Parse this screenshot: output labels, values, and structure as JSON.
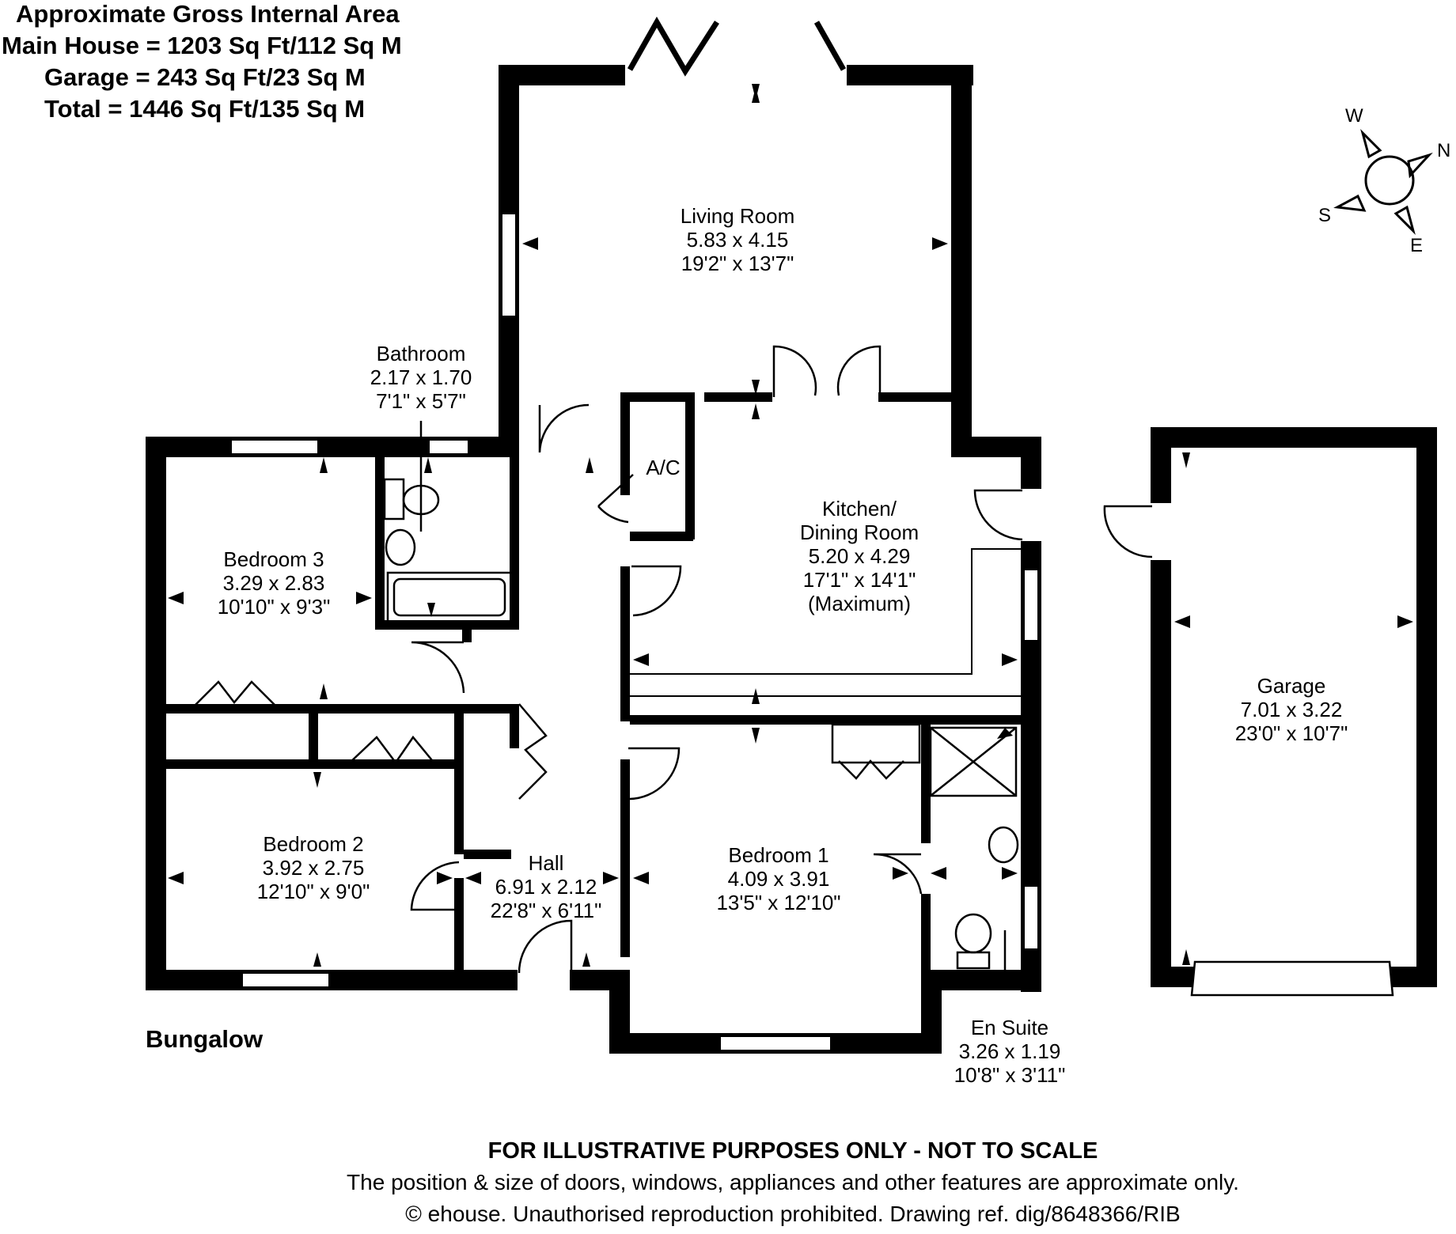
{
  "area_summary": {
    "title": "Approximate Gross Internal Area",
    "main_house": "Main House = 1203 Sq Ft/112 Sq M",
    "garage": "Garage = 243 Sq Ft/23 Sq M",
    "total": "Total = 1446 Sq Ft/135 Sq M"
  },
  "rooms": {
    "living_room": {
      "name": "Living Room",
      "metric": "5.83 x 4.15",
      "imperial": "19'2\" x 13'7\""
    },
    "bathroom": {
      "name": "Bathroom",
      "metric": "2.17 x 1.70",
      "imperial": "7'1\" x 5'7\""
    },
    "kitchen": {
      "name1": "Kitchen/",
      "name2": "Dining Room",
      "metric": "5.20 x 4.29",
      "imperial": "17'1\" x 14'1\"",
      "note": "(Maximum)"
    },
    "ac": {
      "name": "A/C"
    },
    "bedroom3": {
      "name": "Bedroom 3",
      "metric": "3.29 x 2.83",
      "imperial": "10'10\" x 9'3\""
    },
    "bedroom2": {
      "name": "Bedroom 2",
      "metric": "3.92 x 2.75",
      "imperial": "12'10\" x 9'0\""
    },
    "hall": {
      "name": "Hall",
      "metric": "6.91 x 2.12",
      "imperial": "22'8\" x 6'11\""
    },
    "bedroom1": {
      "name": "Bedroom 1",
      "metric": "4.09 x 3.91",
      "imperial": "13'5\" x 12'10\""
    },
    "ensuite": {
      "name": "En Suite",
      "metric": "3.26 x 1.19",
      "imperial": "10'8\" x 3'11\""
    },
    "garage": {
      "name": "Garage",
      "metric": "7.01 x 3.22",
      "imperial": "23'0\" x 10'7\""
    }
  },
  "building_label": "Bungalow",
  "compass": {
    "w": "W",
    "n": "N",
    "s": "S",
    "e": "E"
  },
  "footer": {
    "line1": "FOR ILLUSTRATIVE PURPOSES ONLY - NOT TO SCALE",
    "line2": "The position & size of doors, windows, appliances and other features are approximate only.",
    "line3": "© ehouse. Unauthorised reproduction prohibited. Drawing ref. dig/8648366/RIB"
  }
}
